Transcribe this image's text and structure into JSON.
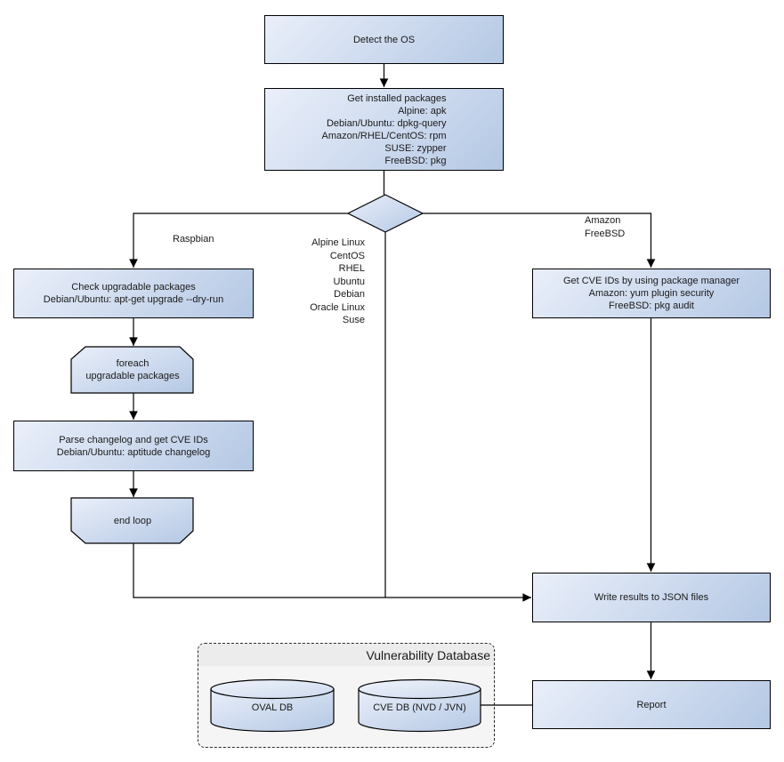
{
  "colors": {
    "node_fill_light": "#eaeffa",
    "node_fill_dark": "#b4c8e4",
    "node_border": "#000000",
    "connector": "#000000",
    "db_container_fill": "#f5f5f5",
    "db_title_strip": "#ececec",
    "text": "#1a1a1a"
  },
  "nodes": {
    "detect_os": {
      "label": "Detect the OS"
    },
    "get_installed_packages": {
      "lines": [
        "Get installed packages",
        "Alpine: apk",
        "Debian/Ubuntu: dpkg-query",
        "Amazon/RHEL/CentOS: rpm",
        "SUSE: zypper",
        "FreeBSD: pkg"
      ]
    },
    "check_upgradable": {
      "lines": [
        "Check upgradable packages",
        "Debian/Ubuntu: apt-get upgrade --dry-run"
      ]
    },
    "foreach_loop": {
      "lines": [
        "foreach",
        "upgradable  packages"
      ]
    },
    "parse_changelog": {
      "lines": [
        "Parse changelog and get  CVE IDs",
        "Debian/Ubuntu: aptitude changelog"
      ]
    },
    "end_loop": {
      "label": "end loop"
    },
    "get_cve_ids": {
      "lines": [
        "Get CVE IDs by using package manager",
        "Amazon: yum plugin security",
        "FreeBSD: pkg audit"
      ]
    },
    "write_results": {
      "label": "Write results to JSON files"
    },
    "report": {
      "label": "Report"
    },
    "vulnerability_database": {
      "title": "Vulnerability Database",
      "oval_db_label": "OVAL DB",
      "cve_db_label": "CVE DB (NVD / JVN)"
    }
  },
  "edge_labels": {
    "raspbian": "Raspbian",
    "middle_os_list": [
      "Alpine Linux",
      "CentOS",
      "RHEL",
      "Ubuntu",
      "Debian",
      "Oracle Linux",
      "Suse"
    ],
    "amazon_freebsd": [
      "Amazon",
      "FreeBSD"
    ]
  }
}
